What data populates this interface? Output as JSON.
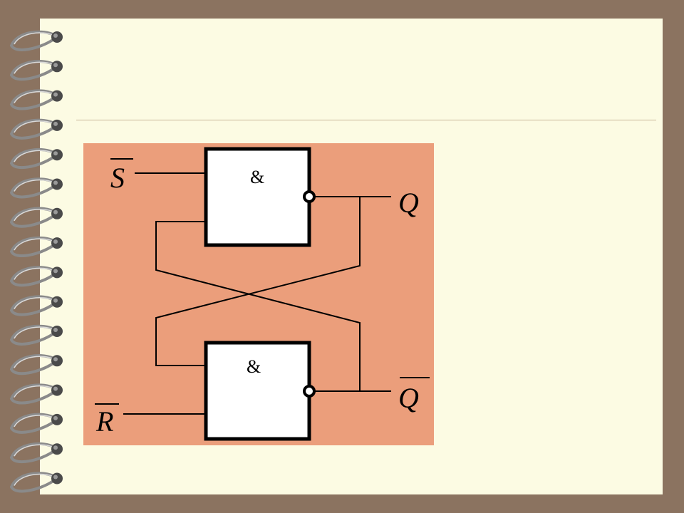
{
  "diagram": {
    "gate_top": {
      "symbol": "&"
    },
    "gate_bottom": {
      "symbol": "&"
    },
    "inputs": {
      "s_bar": "S",
      "r_bar": "R"
    },
    "outputs": {
      "q": "Q",
      "q_bar": "Q"
    }
  },
  "colors": {
    "binding": "#8b7360",
    "page": "#fcfbe3",
    "panel": "#eb9e7b",
    "gate_fill": "#ffffff",
    "line": "#000000"
  }
}
